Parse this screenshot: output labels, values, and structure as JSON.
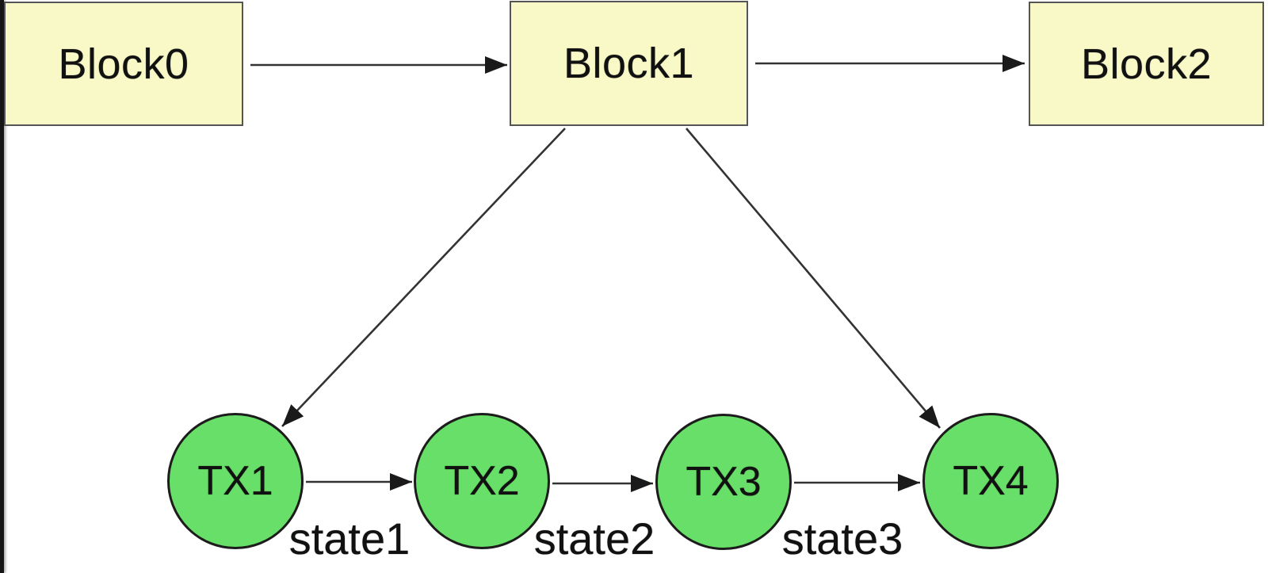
{
  "blocks": [
    {
      "label": "Block0"
    },
    {
      "label": "Block1"
    },
    {
      "label": "Block2"
    }
  ],
  "transactions": [
    {
      "label": "TX1"
    },
    {
      "label": "TX2"
    },
    {
      "label": "TX3"
    },
    {
      "label": "TX4"
    }
  ],
  "state_labels": [
    {
      "label": "state1"
    },
    {
      "label": "state2"
    },
    {
      "label": "state3"
    }
  ],
  "edges": [
    {
      "from": "Block0",
      "to": "Block1"
    },
    {
      "from": "Block1",
      "to": "Block2"
    },
    {
      "from": "Block1",
      "to": "TX1"
    },
    {
      "from": "Block1",
      "to": "TX4"
    },
    {
      "from": "TX1",
      "to": "TX2"
    },
    {
      "from": "TX2",
      "to": "TX3"
    },
    {
      "from": "TX3",
      "to": "TX4"
    }
  ],
  "colors": {
    "background": "#ffffff",
    "block_fill": "#F9F9C8",
    "block_border": "#555555",
    "tx_fill": "#68DF68",
    "tx_border": "#1c1c1c",
    "arrow": "#333333",
    "arrowhead": "#1a1a1a",
    "text": "#111111",
    "edge_strip": "#161616"
  }
}
